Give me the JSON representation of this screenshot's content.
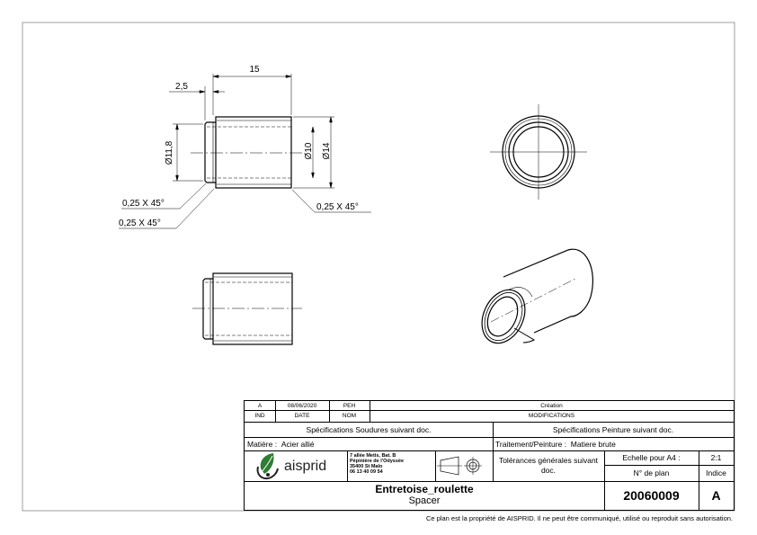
{
  "dimensions": {
    "d15": "15",
    "d2_5": "2,5",
    "dia11_8": "Ø11,8",
    "dia10": "Ø10",
    "dia14": "Ø14",
    "chamfer1": "0,25 X 45°",
    "chamfer2": "0,25 X 45°",
    "chamfer3": "0,25 X 45°"
  },
  "revision": {
    "ind": "A",
    "date": "08/06/2020",
    "nom": "PEH",
    "modif": "Création",
    "hdr_ind": "IND",
    "hdr_date": "DATE",
    "hdr_nom": "NOM",
    "hdr_modif": "MODIFICATIONS"
  },
  "specs": {
    "soudures": "Spécifications Soudures suivant doc.",
    "peinture": "Spécifications Peinture suivant doc.",
    "matiere_label": "Matière :",
    "matiere_value": "Acier allié",
    "traitement_label": "Traitement/Peinture :",
    "traitement_value": "Matiere brute"
  },
  "company": {
    "name": "aisprid",
    "address": [
      "7 allée Metis, Bat. B",
      "Pépinière de l'Odyssée",
      "35400 St Malo",
      "06 13 40 09 54"
    ],
    "brand_color": "#2e7d32"
  },
  "tolerances": "Tolérances générales suivant doc.",
  "scale_label": "Echelle pour A4 :",
  "scale_value": "2:1",
  "plan_label": "N° de plan",
  "indice_label": "Indice",
  "title": "Entretoise_roulette",
  "subtitle": "Spacer",
  "plan_number": "20060009",
  "indice": "A",
  "footer": "Ce plan est la propriété de AISPRID. Il ne peut être communiqué, utilisé ou reproduit sans autorisation."
}
